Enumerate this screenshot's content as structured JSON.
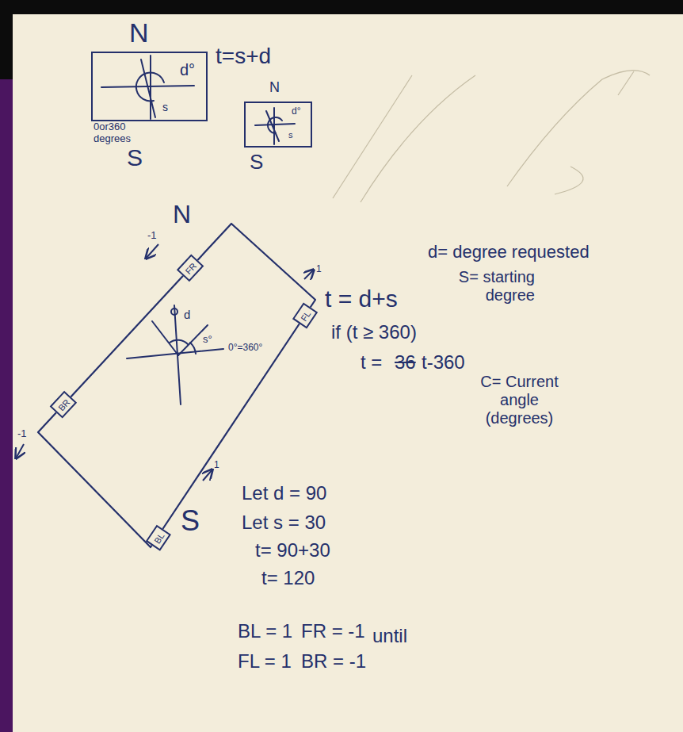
{
  "diagram": {
    "nodes": [
      {
        "text": [
          "d°",
          "s"
        ]
      },
      {
        "text": [
          "d°",
          "s"
        ]
      },
      {
        "text": [
          "d",
          "s°",
          "0°=360°"
        ]
      },
      {
        "text": [
          "FR"
        ],
        "in": 2
      },
      {
        "text": [
          "FL"
        ],
        "in": 2
      },
      {
        "text": [
          "BR"
        ],
        "in": 2
      },
      {
        "text": [
          "BL"
        ],
        "in": 2
      }
    ],
    "labels": [
      "N",
      "0or360 degrees",
      "S",
      "t=s+d",
      "N",
      "S",
      "N",
      "-1",
      "-1",
      "1",
      "1",
      "S",
      "d= degree requested",
      "S= starting degree",
      "t = d+s",
      "if (t ≥ 360)",
      "t =",
      "36",
      "t-360",
      "C= Current angle (degrees)",
      "Let d = 90",
      "Let s = 30",
      "t= 90+30",
      "t= 120",
      "BL = 1",
      "FR = -1",
      "until",
      "FL = 1",
      "BR = -1"
    ]
  }
}
